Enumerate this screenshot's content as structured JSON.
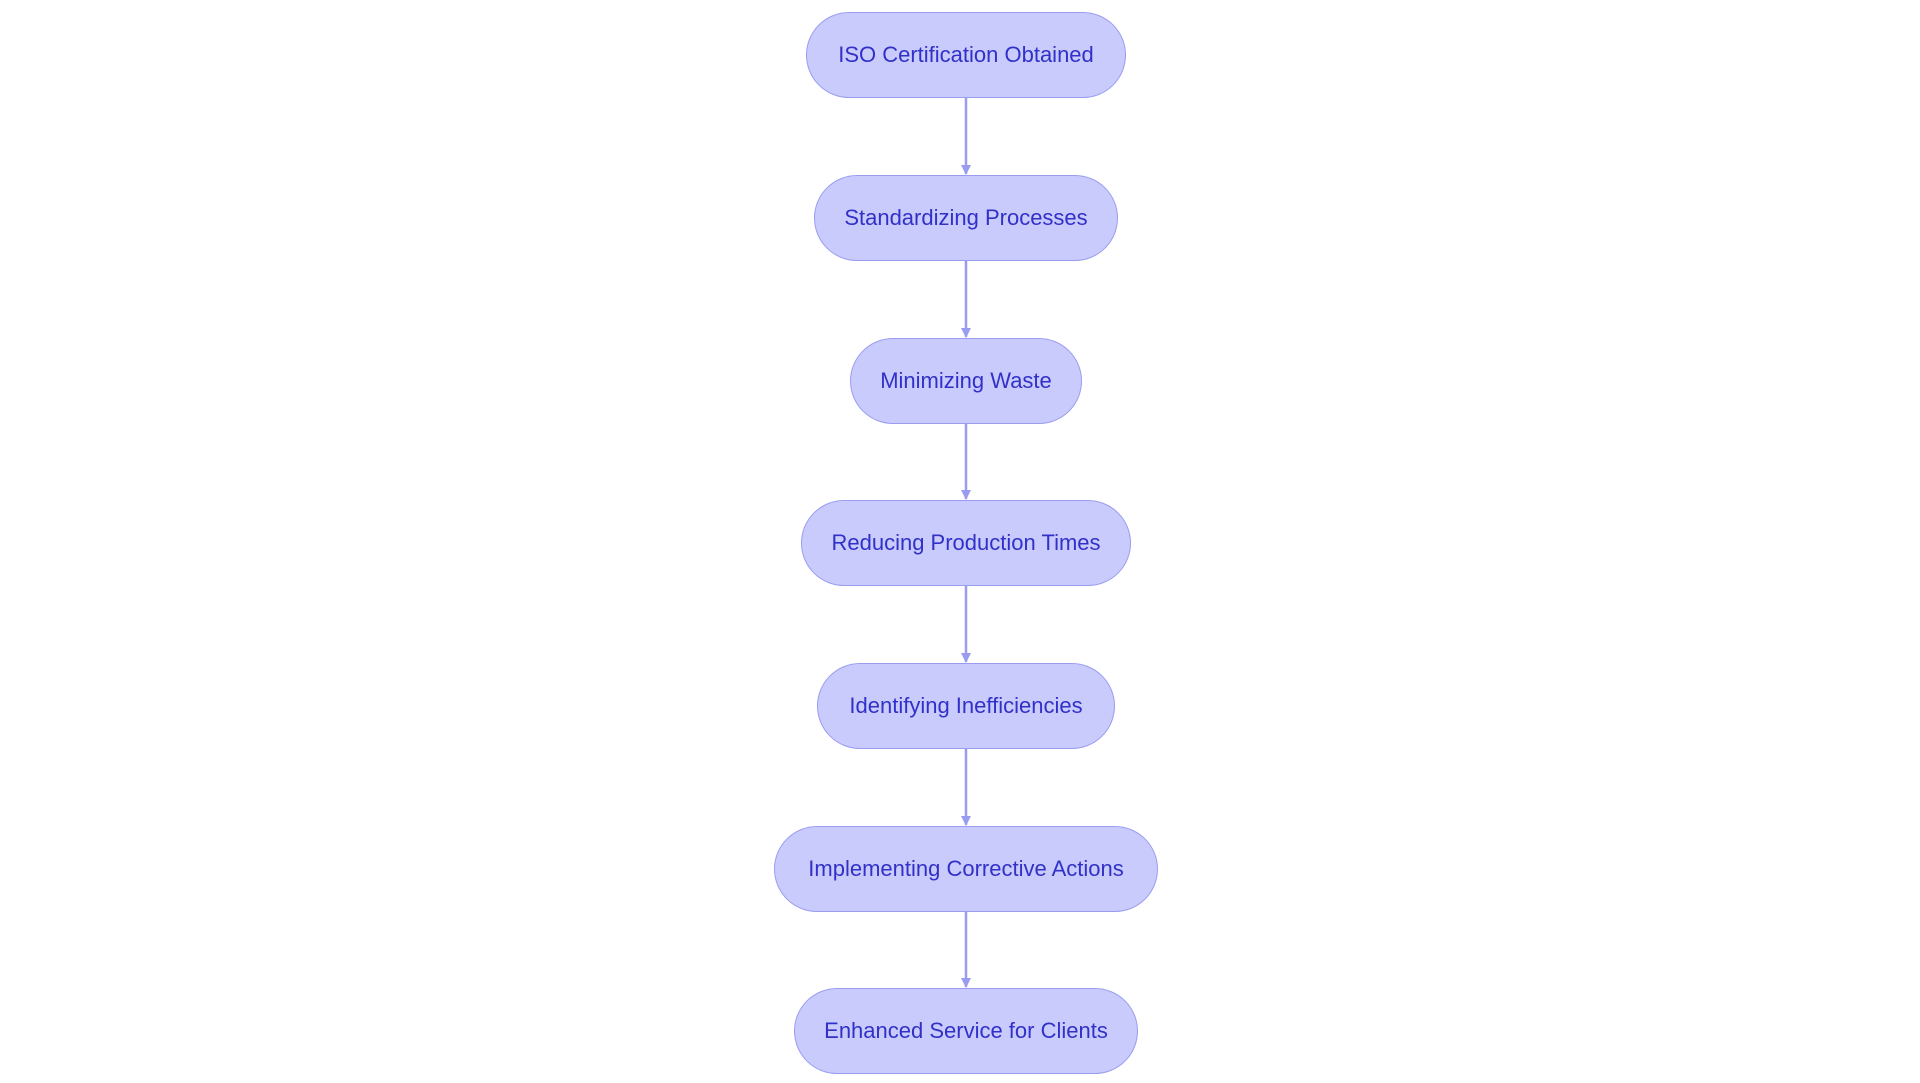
{
  "diagram": {
    "type": "flowchart",
    "direction": "top-to-bottom",
    "colors": {
      "node_fill": "#c9cbfd",
      "node_border": "#9a9cf0",
      "node_text": "#3131c8",
      "edge": "#9a9cf0"
    },
    "nodes": [
      {
        "id": "iso",
        "label": "ISO Certification Obtained"
      },
      {
        "id": "standardizing",
        "label": "Standardizing Processes"
      },
      {
        "id": "waste",
        "label": "Minimizing Waste"
      },
      {
        "id": "production",
        "label": "Reducing Production Times"
      },
      {
        "id": "inefficiencies",
        "label": "Identifying Inefficiencies"
      },
      {
        "id": "corrective",
        "label": "Implementing Corrective Actions"
      },
      {
        "id": "enhanced",
        "label": "Enhanced Service for Clients"
      }
    ],
    "edges": [
      {
        "from": "iso",
        "to": "standardizing"
      },
      {
        "from": "standardizing",
        "to": "waste"
      },
      {
        "from": "waste",
        "to": "production"
      },
      {
        "from": "production",
        "to": "inefficiencies"
      },
      {
        "from": "inefficiencies",
        "to": "corrective"
      },
      {
        "from": "corrective",
        "to": "enhanced"
      }
    ]
  }
}
